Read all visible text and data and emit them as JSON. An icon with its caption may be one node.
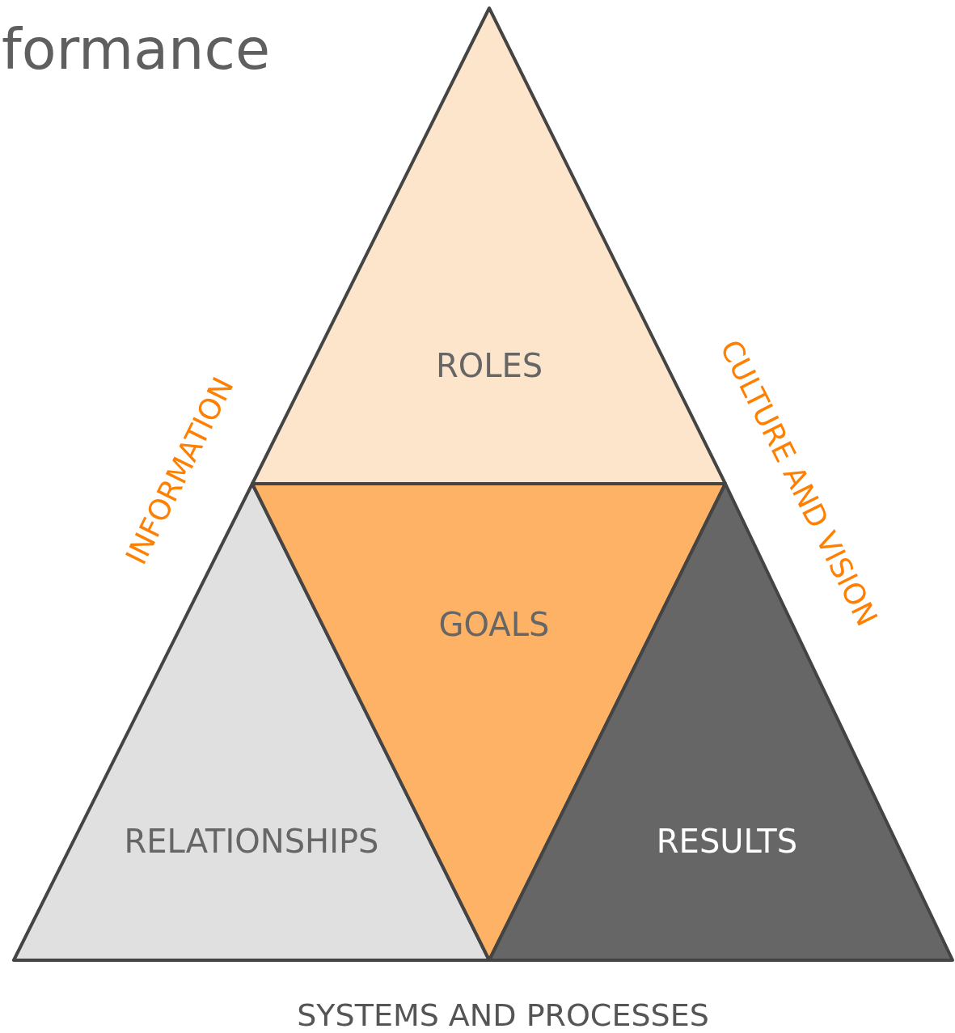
{
  "diagram": {
    "title": "formance",
    "nodes": [
      {
        "text": [
          "ROLES"
        ]
      },
      {
        "text": [
          "RELATIONSHIPS"
        ]
      },
      {
        "text": [
          "GOALS"
        ]
      },
      {
        "text": [
          "RESULTS"
        ]
      }
    ],
    "labels": [
      "INFORMATION",
      "CULTURE AND VISION",
      "SYSTEMS AND PROCESSES"
    ]
  }
}
